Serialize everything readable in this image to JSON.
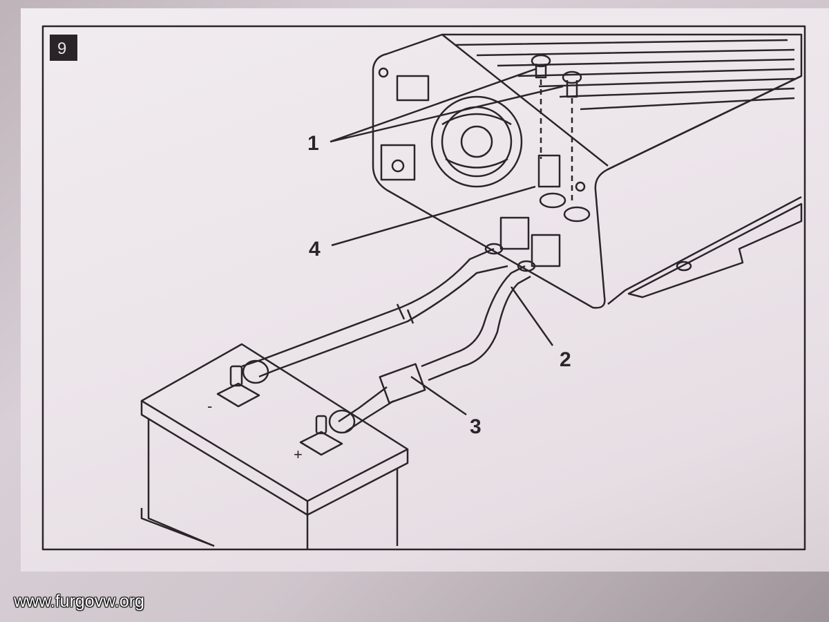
{
  "figure": {
    "number": "9",
    "callouts": [
      "1",
      "2",
      "3",
      "4"
    ],
    "battery_terminals": {
      "negative": "-",
      "positive": "+"
    }
  },
  "watermark": "www.furgovw.org"
}
